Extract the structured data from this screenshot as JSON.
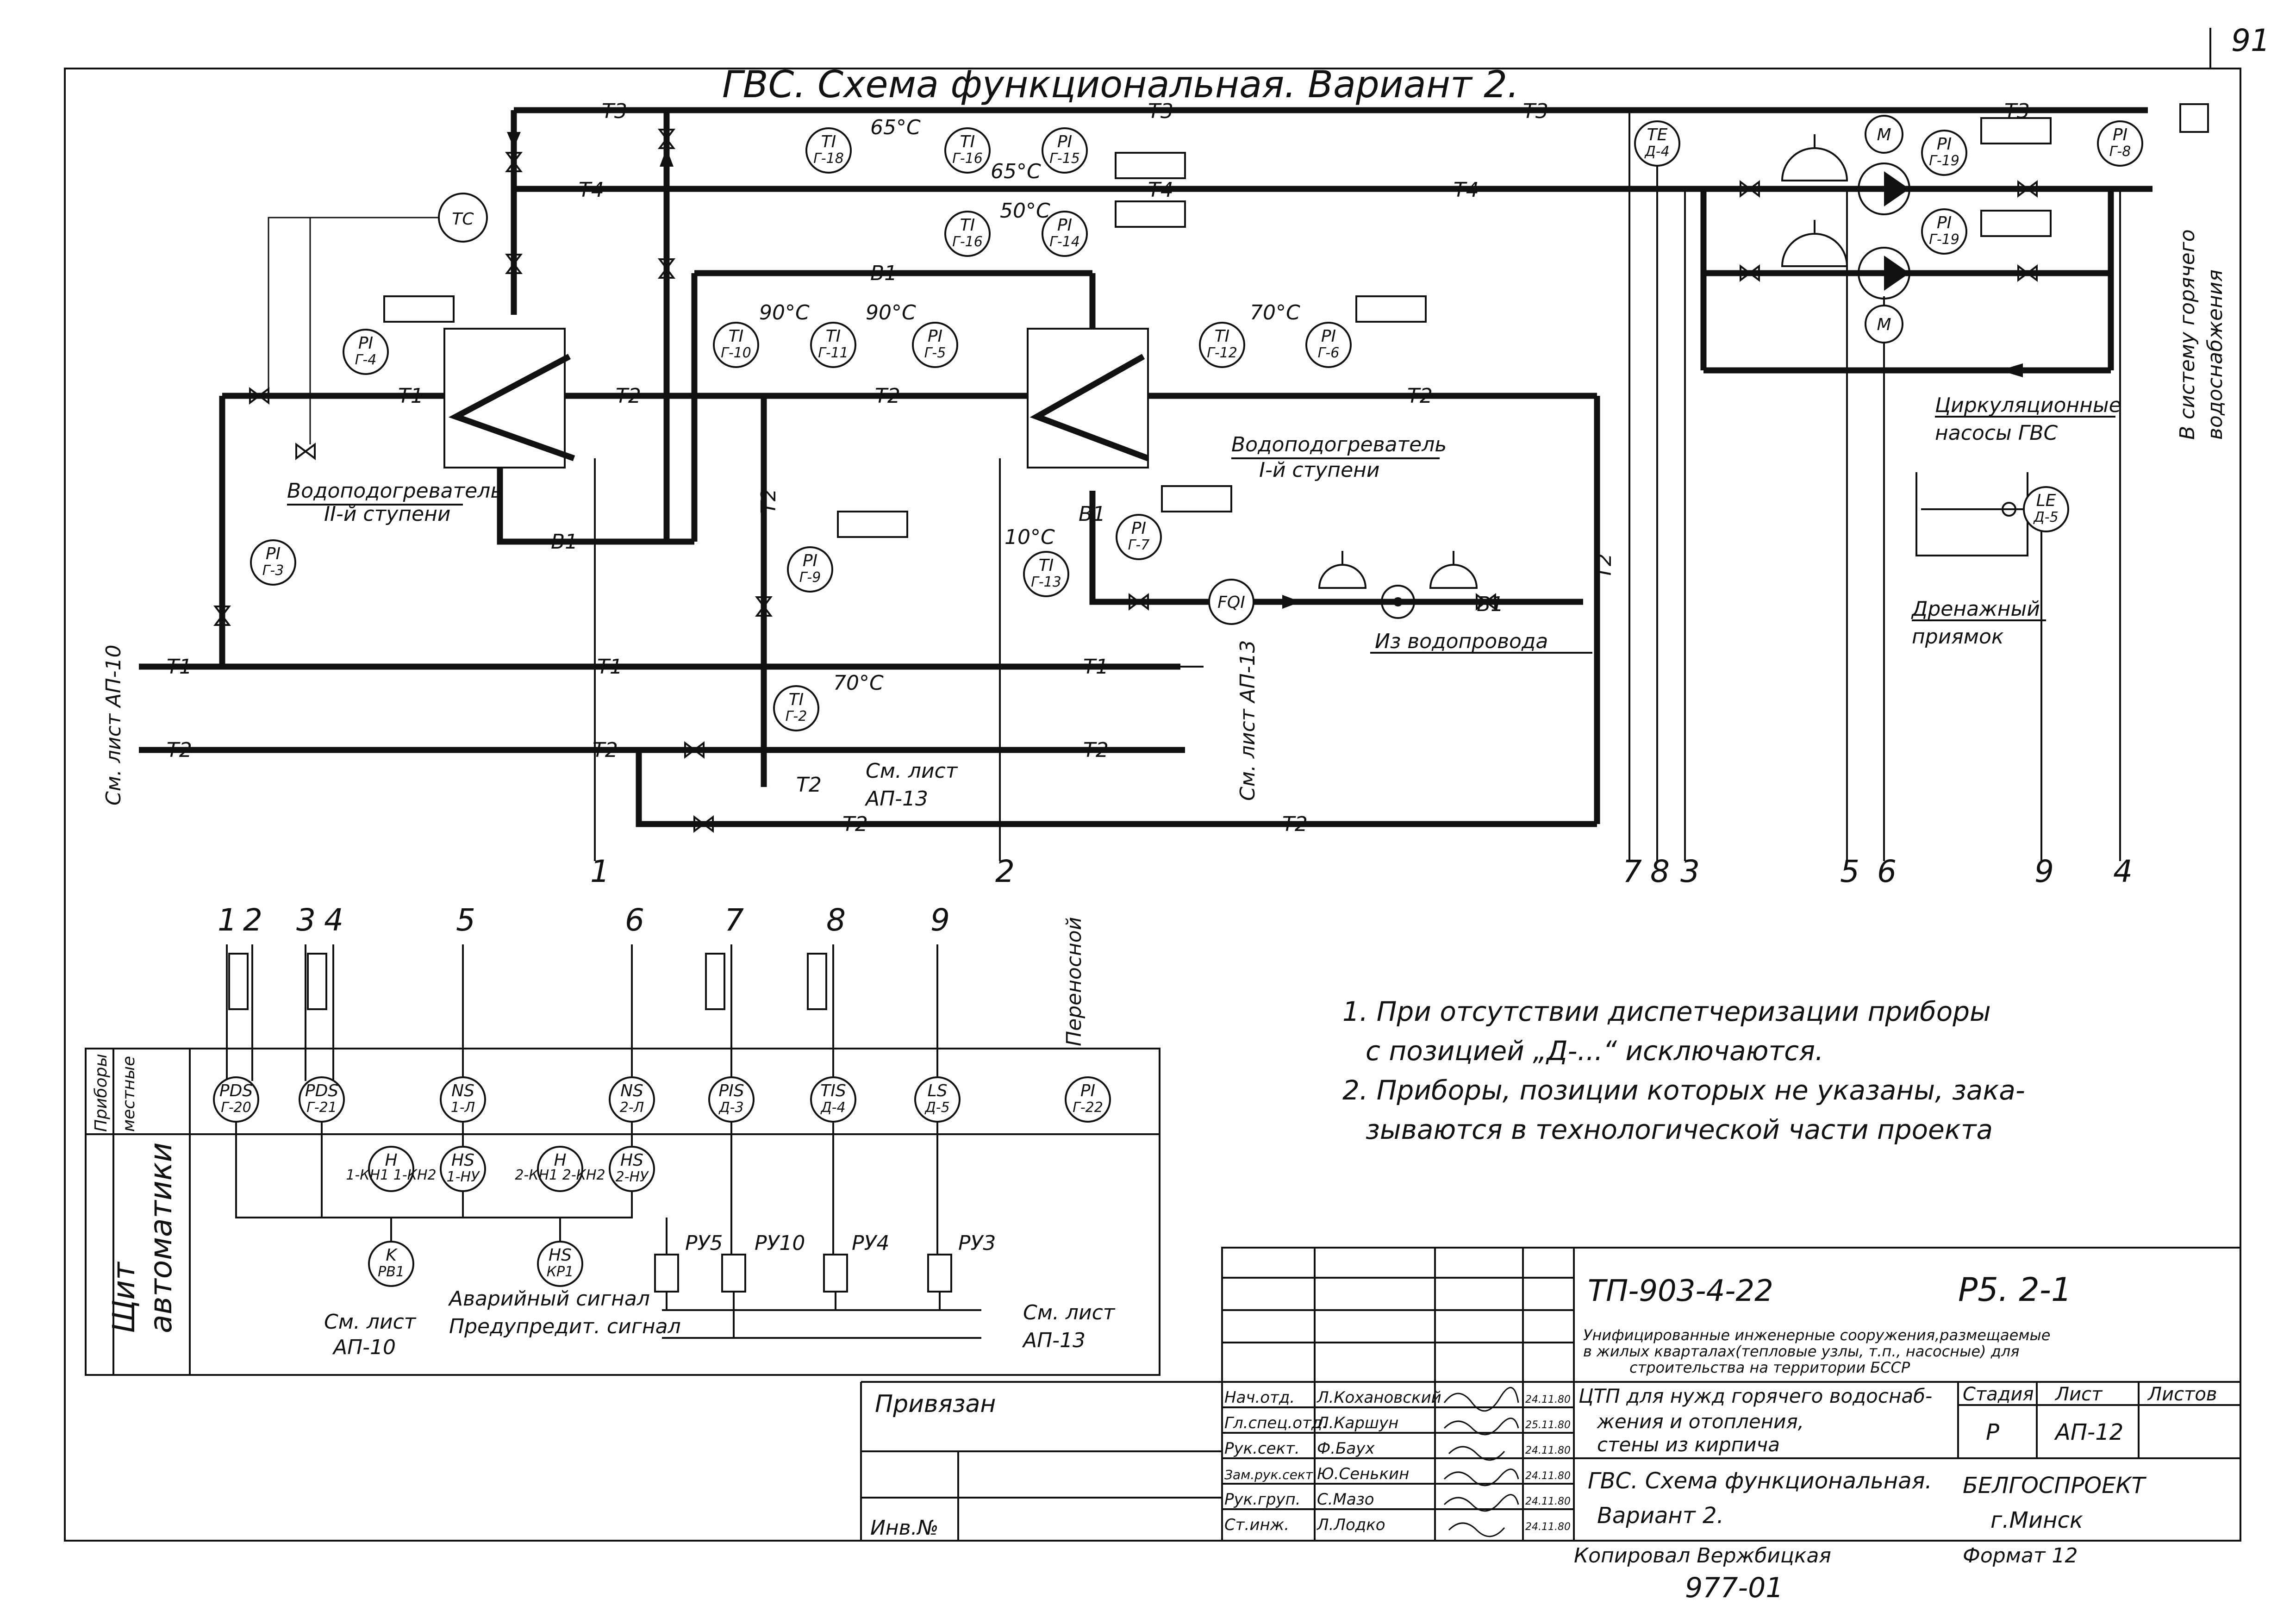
{
  "page_number": "91",
  "title": "ГВС. Схема функциональная. Вариант 2.",
  "pipes": {
    "T1": "Т1",
    "T2": "Т2",
    "T3": "Т3",
    "T4": "Т4",
    "B1": "В1"
  },
  "temperatures": [
    "65°С",
    "65°С",
    "50°С",
    "90°С",
    "90°С",
    "70°С",
    "10°С",
    "70°С"
  ],
  "instruments": [
    {
      "top": "TI",
      "bottom": "Г-18"
    },
    {
      "top": "TI",
      "bottom": "Г-16"
    },
    {
      "top": "PI",
      "bottom": "Г-15"
    },
    {
      "top": "TI",
      "bottom": "Г-16"
    },
    {
      "top": "PI",
      "bottom": "Г-14"
    },
    {
      "top": "TC",
      "bottom": ""
    },
    {
      "top": "PI",
      "bottom": "Г-4"
    },
    {
      "top": "PI",
      "bottom": "Г-3"
    },
    {
      "top": "TI",
      "bottom": "Г-10"
    },
    {
      "top": "TI",
      "bottom": "Г-11"
    },
    {
      "top": "PI",
      "bottom": "Г-5"
    },
    {
      "top": "TI",
      "bottom": "Г-12"
    },
    {
      "top": "PI",
      "bottom": "Г-6"
    },
    {
      "top": "PI",
      "bottom": "Г-9"
    },
    {
      "top": "TI",
      "bottom": "Г-2"
    },
    {
      "top": "PI",
      "bottom": "Г-7"
    },
    {
      "top": "TI",
      "bottom": "Г-13"
    },
    {
      "top": "FQI",
      "bottom": ""
    },
    {
      "top": "TE",
      "bottom": "Д-4"
    },
    {
      "top": "M",
      "bottom": ""
    },
    {
      "top": "M",
      "bottom": ""
    },
    {
      "top": "PI",
      "bottom": "Г-19"
    },
    {
      "top": "PI",
      "bottom": "Г-19"
    },
    {
      "top": "PI",
      "bottom": "Г-8"
    },
    {
      "top": "LE",
      "bottom": "Д-5"
    }
  ],
  "equipment_labels": {
    "heater2": "Водоподогреватель",
    "heater2_stage": "II-й ступени",
    "heater1": "Водоподогреватель",
    "heater1_stage": "I-й ступени",
    "pumps_line1": "Циркуляционные",
    "pumps_line2": "насосы ГВС",
    "drain_line1": "Дренажный",
    "drain_line2": "приямок",
    "water_supply": "Из водопровода",
    "to_system_line1": "В систему горячего",
    "to_system_line2": "водоснабжения"
  },
  "refs": {
    "left_sheet": "См. лист АП-10",
    "right_sheet_1": "См. лист АП-13",
    "mid_sheet_1": "См. лист",
    "mid_sheet_2": "АП-13"
  },
  "line_numbers": [
    "1",
    "2",
    "7",
    "8",
    "3",
    "5",
    "6",
    "9",
    "4"
  ],
  "panel": {
    "local_label_1": "Приборы",
    "local_label_2": "местные",
    "panel_label_1": "Щит",
    "panel_label_2": "автоматики",
    "columns": [
      "1",
      "2",
      "3",
      "4",
      "5",
      "6",
      "7",
      "8",
      "9"
    ],
    "portable": "Переносной",
    "local_instruments": [
      {
        "top": "PDS",
        "bottom": "Г-20"
      },
      {
        "top": "PDS",
        "bottom": "Г-21"
      },
      {
        "top": "NS",
        "bottom": "1-Л"
      },
      {
        "top": "NS",
        "bottom": "2-Л"
      },
      {
        "top": "PIS",
        "bottom": "Д-3"
      },
      {
        "top": "TIS",
        "bottom": "Д-4"
      },
      {
        "top": "LS",
        "bottom": "Д-5"
      },
      {
        "top": "PI",
        "bottom": "Г-22"
      }
    ],
    "panel_instruments": [
      {
        "top": "H",
        "bottom": "1-КН1 1-КН2"
      },
      {
        "top": "HS",
        "bottom": "1-НУ"
      },
      {
        "top": "H",
        "bottom": "2-КН1 2-КН2"
      },
      {
        "top": "HS",
        "bottom": "2-НУ"
      },
      {
        "top": "K",
        "bottom": "РВ1"
      },
      {
        "top": "HS",
        "bottom": "КР1"
      }
    ],
    "relays": [
      "РУ5",
      "РУ10",
      "РУ4",
      "РУ3"
    ],
    "alarm": "Аварийный сигнал",
    "warning": "Предупредит. сигнал",
    "see_left_1": "См. лист",
    "see_left_2": "АП-10",
    "see_right_1": "См. лист",
    "see_right_2": "АП-13"
  },
  "notes": [
    "1. При отсутствии диспетчеризации приборы",
    "с позицией „Д-...“ исключаются.",
    "2. Приборы, позиции которых не указаны, зака-",
    "зываются в технологической части проекта"
  ],
  "title_block": {
    "code": "ТП-903-4-22",
    "sheet_code": "Р5. 2-1",
    "project_desc_1": "Унифицированные инженерные сооружения,размещаемые",
    "project_desc_2": "в жилых кварталах(тепловые узлы, т.п., насосные) для",
    "project_desc_3": "строительства на территории БССР",
    "object_1": "ЦТП для нужд горячего водоснаб-",
    "object_2": "жения и отопления,",
    "object_3": "стены из кирпича",
    "sheet_title_1": "ГВС. Схема функциональная.",
    "sheet_title_2": "Вариант 2.",
    "hdr_stage": "Стадия",
    "hdr_sheet": "Лист",
    "hdr_sheets": "Листов",
    "stage": "Р",
    "sheet": "АП-12",
    "org_1": "БЕЛГОСПРОЕКТ",
    "org_2": "г.Минск",
    "bound": "Привязан",
    "inv": "Инв.№",
    "copied": "Копировал  Вержбицкая",
    "format": "Формат 12",
    "archive": "977-01",
    "signers": [
      {
        "role": "Нач.отд.",
        "name": "Л.Кохановский",
        "date": "24.11.80"
      },
      {
        "role": "Гл.спец.отд.",
        "name": "Л.Каршун",
        "date": "25.11.80"
      },
      {
        "role": "Рук.сект.",
        "name": "Ф.Баух",
        "date": "24.11.80"
      },
      {
        "role": "Зам.рук.сект.",
        "name": "Ю.Сенькин",
        "date": "24.11.80"
      },
      {
        "role": "Рук.груп.",
        "name": "С.Мазо",
        "date": "24.11.80"
      },
      {
        "role": "Ст.инж.",
        "name": "Л.Лодко",
        "date": "24.11.80"
      }
    ]
  }
}
